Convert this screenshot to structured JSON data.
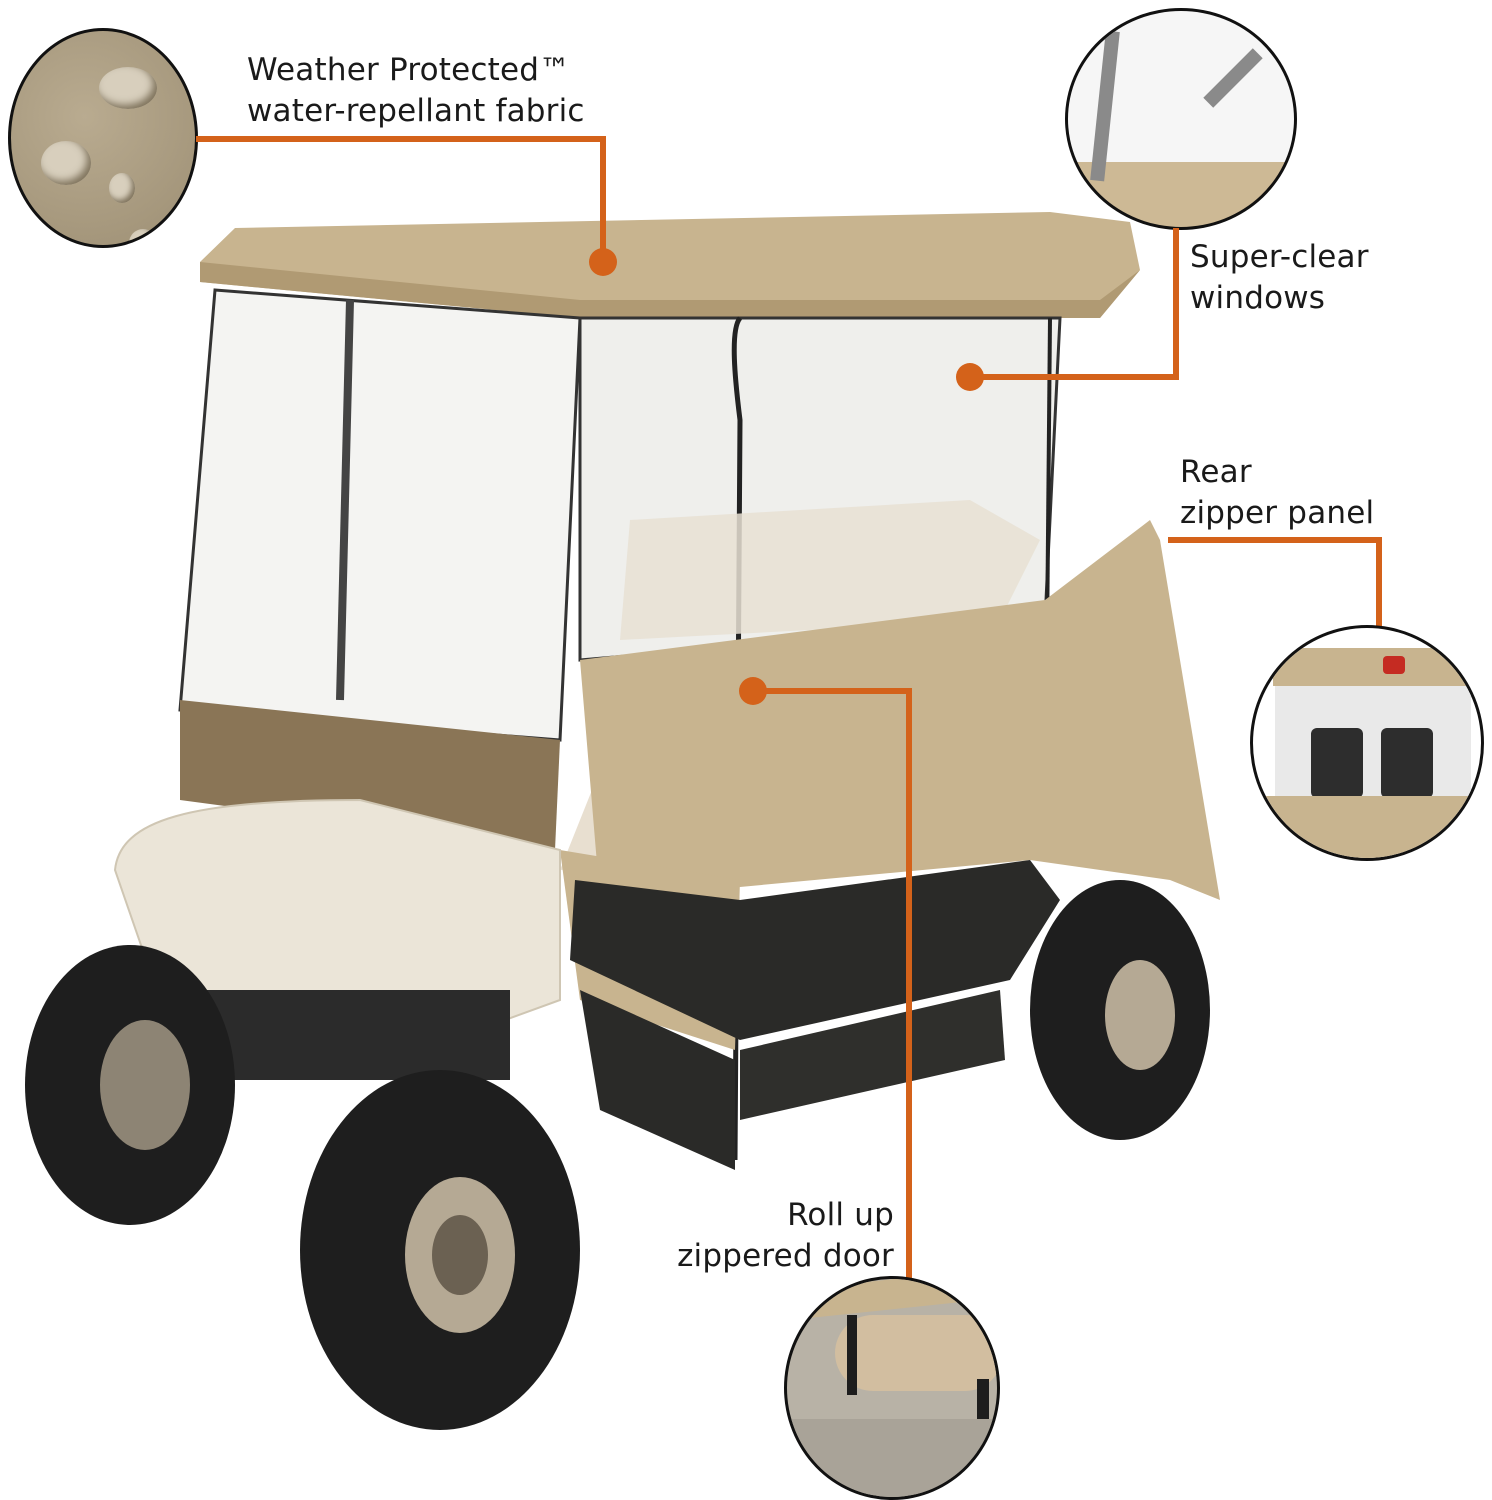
{
  "callouts": [
    {
      "id": "fabric",
      "lines": [
        "Weather Protected™",
        "water-repellant fabric"
      ],
      "detail_image": "water-droplets-on-fabric"
    },
    {
      "id": "windows",
      "lines": [
        "Super-clear",
        "windows"
      ],
      "detail_image": "clear-window-closeup"
    },
    {
      "id": "rear",
      "lines": [
        "Rear",
        "zipper panel"
      ],
      "detail_image": "rear-panel-golf-bags"
    },
    {
      "id": "door",
      "lines": [
        "Roll up",
        "zippered door"
      ],
      "detail_image": "rolled-door-closeup"
    }
  ],
  "product": {
    "name": "golf-cart-enclosure-cover"
  },
  "colors": {
    "accent": "#d4621a",
    "tan": "#c8b48f",
    "dark_tan": "#8a7556",
    "black": "#2a2a28"
  }
}
